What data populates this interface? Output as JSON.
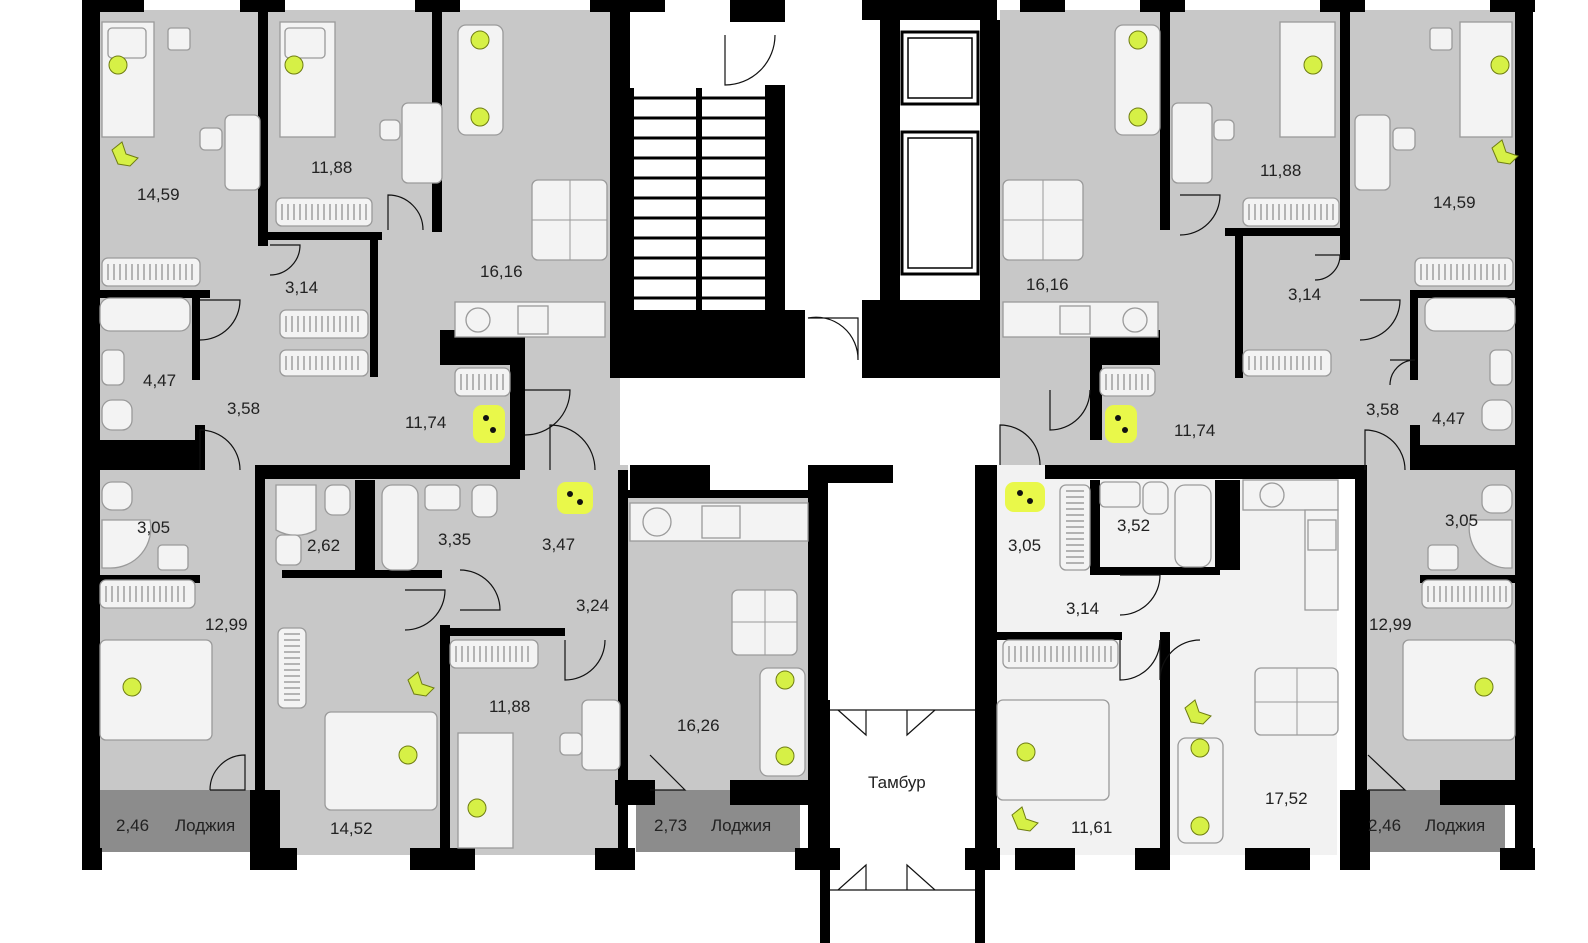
{
  "colors": {
    "room_fill": "#c8c8c8",
    "room_light_fill": "#f2f2f2",
    "loggia_fill": "#8c8c8c",
    "wall": "#000000",
    "accent_yellow": "#e9f84a",
    "fixture_stroke": "#9a9a9a"
  },
  "icons": {
    "plant": "plant-icon",
    "footprints": "footprints-icon",
    "pillow": "pillow-icon",
    "chair": "chair-icon",
    "radiator": "radiator-icon"
  },
  "labels": {
    "top_left_bedroom": "14,59",
    "top_left_kid_room": "11,88",
    "top_left_living": "16,16",
    "top_left_closet": "3,14",
    "top_left_bath": "4,47",
    "top_left_hall": "3,58",
    "top_left_corridor": "11,74",
    "bottom_left_wc": "3,05",
    "bottom_left_bedroom": "12,99",
    "bottom_left_loggia_area": "2,46",
    "bottom_left_loggia_name": "Лоджия",
    "mid_left_wc": "2,62",
    "mid_left_bath": "3,35",
    "mid_left_hall": "3,47",
    "mid_left_corridor": "3,24",
    "mid_left_bedroom": "14,52",
    "mid_left_kid_room": "11,88",
    "mid_left_living": "16,26",
    "mid_loggia_area": "2,73",
    "mid_loggia_name": "Лоджия",
    "vestibule": "Тамбур",
    "top_right_living": "16,16",
    "top_right_kid_room": "11,88",
    "top_right_bedroom": "14,59",
    "top_right_closet": "3,14",
    "top_right_corridor": "11,74",
    "top_right_hall": "3,58",
    "top_right_bath": "4,47",
    "mid_right_hall": "3,05",
    "mid_right_bath": "3,52",
    "mid_right_corridor": "3,14",
    "mid_right_bedroom": "11,61",
    "mid_right_living": "17,52",
    "bottom_right_wc": "3,05",
    "bottom_right_bedroom": "12,99",
    "bottom_right_loggia_area": "2,46",
    "bottom_right_loggia_name": "Лоджия"
  }
}
